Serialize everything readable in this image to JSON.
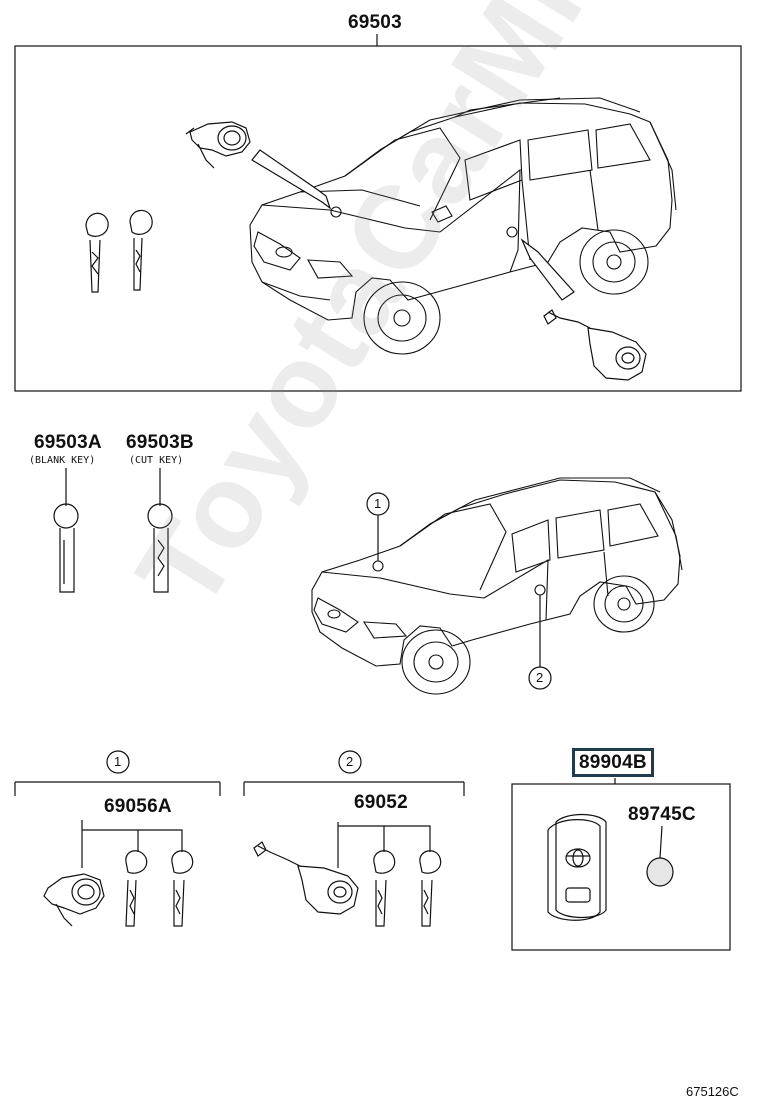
{
  "parts": {
    "main_assembly": "69503",
    "blank_key": "69503A",
    "blank_key_note": "(BLANK KEY)",
    "cut_key": "69503B",
    "cut_key_note": "(CUT KEY)",
    "door_cylinder_set": "69056A",
    "ignition_cylinder_set": "69052",
    "transmitter": "89904B",
    "battery": "89745C"
  },
  "callouts": {
    "one": "1",
    "two": "2"
  },
  "diagram_ref": "675126C",
  "watermark": "ToyotaCarMind.ru",
  "colors": {
    "ink": "#111111",
    "highlight_border": "#1f3b4d",
    "watermark": "#969696"
  }
}
